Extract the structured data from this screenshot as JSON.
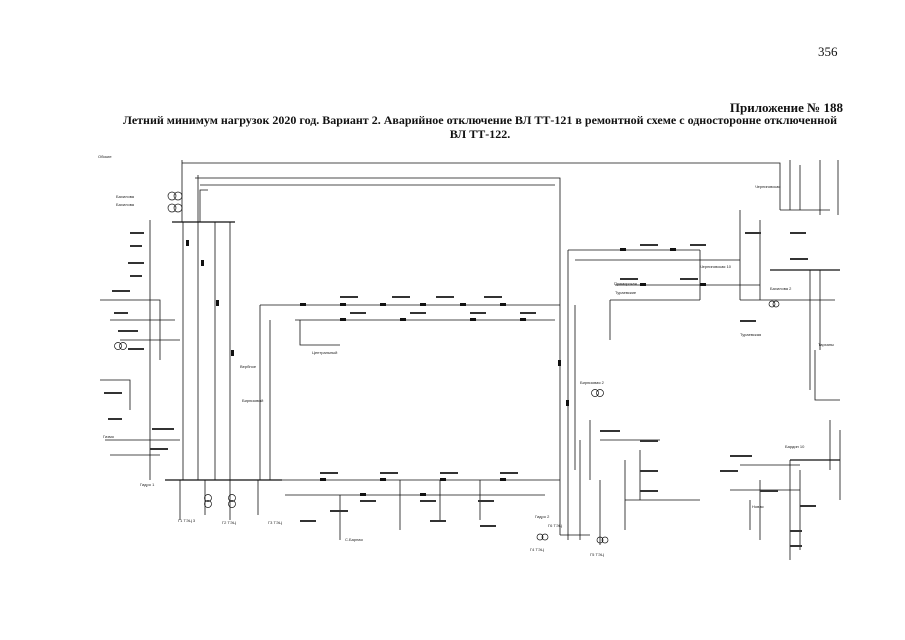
{
  "page": {
    "number": "356",
    "appendix": "Приложение № 188",
    "subtitle": "Летний минимум нагрузок 2020 год. Вариант 2. Аварийное отключение ВЛ ТТ-121 в ремонтной схеме с односторонне отключенной ВЛ ТТ-122."
  },
  "diagram": {
    "labels": [
      "Обские",
      "Бахилова",
      "Бахилова",
      "Гизмо",
      "Вербное",
      "Бирюзовый",
      "Центральный",
      "Черниговская",
      "Черниговская 10",
      "Тураевские",
      "Тураевская",
      "Тарханы",
      "Бахилова 2",
      "Гидро 1",
      "Гидро 2",
      "Г1 ТЭЦ 3",
      "Г2 ТЭЦ",
      "Г3 ТЭЦ",
      "Г4 ТЭЦ",
      "Г5 ТЭЦ",
      "Г6 ТЭЦ",
      "С.Барная",
      "Бардин 10",
      "Новая",
      "Приморская",
      "Бирюзовая 2"
    ]
  }
}
